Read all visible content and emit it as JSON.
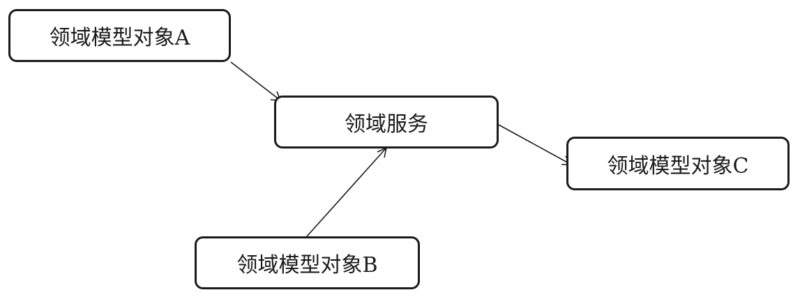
{
  "diagram": {
    "nodes": {
      "object_a": "领域模型对象A",
      "service": "领域服务",
      "object_c": "领域模型对象C",
      "object_b": "领域模型对象B"
    },
    "edges": [
      {
        "from": "object_a",
        "to": "service"
      },
      {
        "from": "object_b",
        "to": "service"
      },
      {
        "from": "service",
        "to": "object_c"
      }
    ],
    "colors": {
      "stroke": "#1a1a1a",
      "background": "#ffffff"
    }
  }
}
